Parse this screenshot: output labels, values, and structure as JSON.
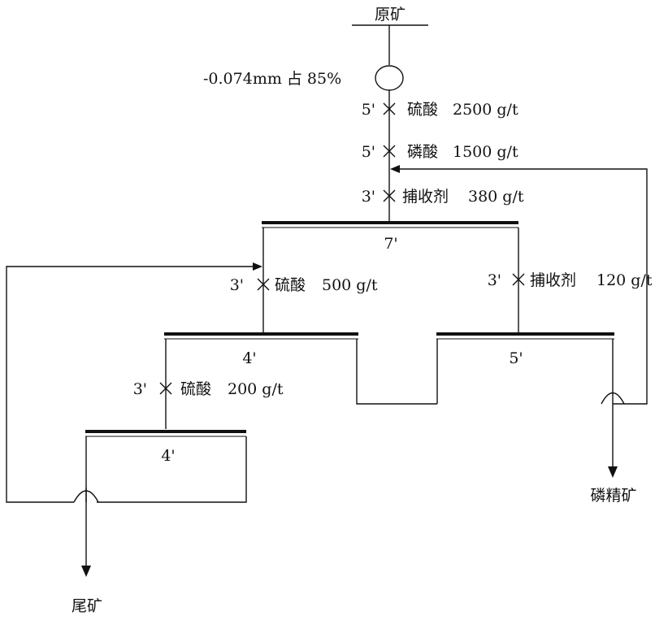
{
  "flowsheet": {
    "feed_label": "原矿",
    "grinding_label": "-0.074mm 占 85%",
    "rougher": {
      "time": "7'",
      "reagents": [
        {
          "time": "5'",
          "name": "硫酸",
          "dose": "2500 g/t"
        },
        {
          "time": "5'",
          "name": "磷酸",
          "dose": "1500 g/t"
        },
        {
          "time": "3'",
          "name": "捕收剂",
          "dose": "380 g/t"
        }
      ]
    },
    "cleaner1": {
      "time": "4'",
      "reagent": {
        "time": "3'",
        "name": "硫酸",
        "dose": "500 g/t"
      }
    },
    "scavenger": {
      "time": "5'",
      "reagent": {
        "time": "3'",
        "name": "捕收剂",
        "dose": "120 g/t"
      }
    },
    "cleaner2": {
      "time": "4'",
      "reagent": {
        "time": "3'",
        "name": "硫酸",
        "dose": "200 g/t"
      }
    },
    "tailings_label": "尾矿",
    "concentrate_label": "磷精矿"
  }
}
